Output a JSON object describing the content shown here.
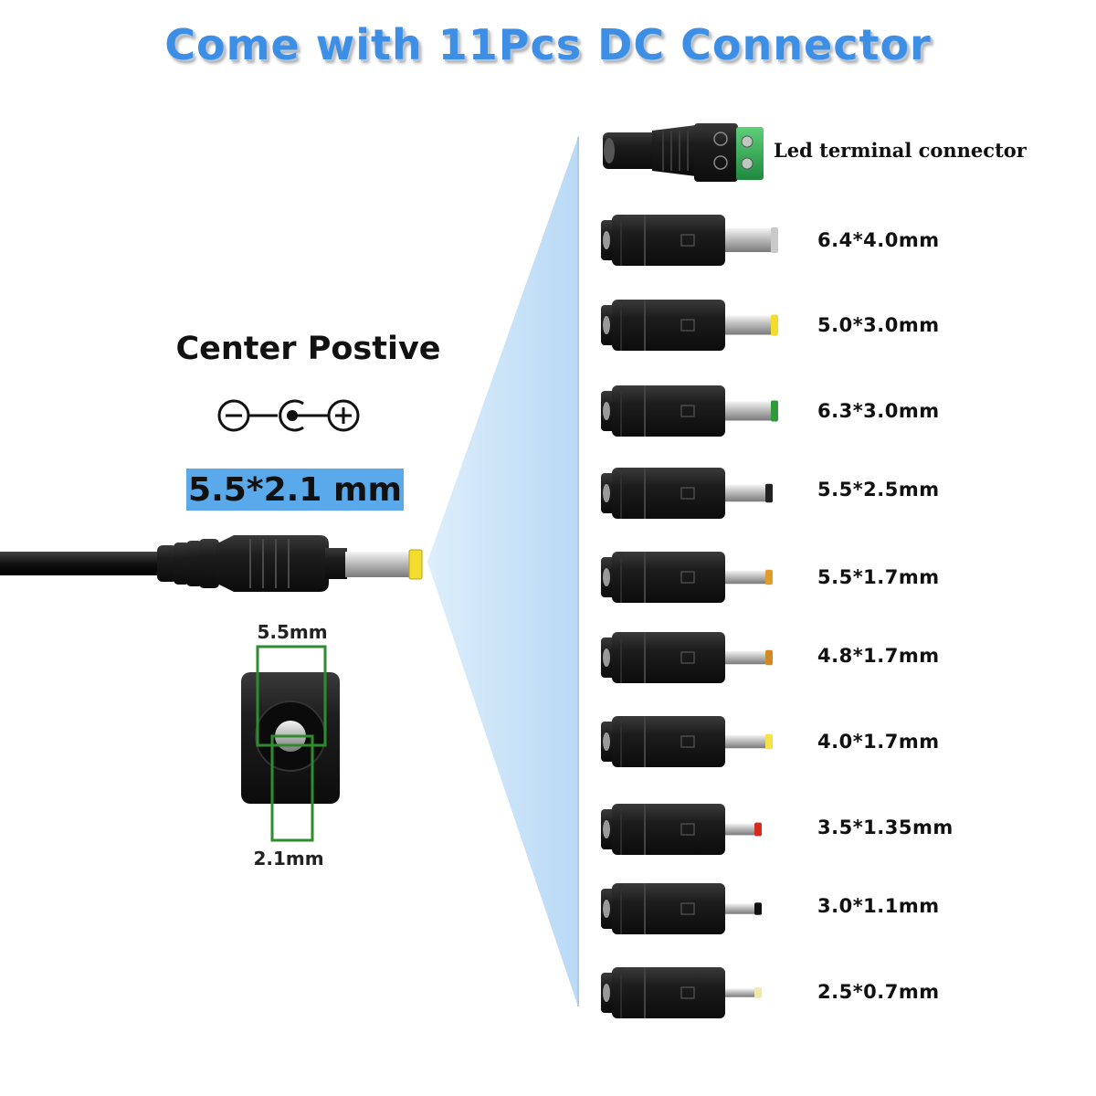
{
  "title": "Come with 11Pcs DC Connector",
  "main_plug": {
    "polarity_title": "Center Postive",
    "size": "5.5*2.1 mm",
    "outer_diameter": "5.5mm",
    "inner_diameter": "2.1mm"
  },
  "connectors": [
    {
      "label": "Led terminal connector",
      "kind": "terminal"
    },
    {
      "label": "6.4*4.0mm",
      "tip_color": "#c9c9c9",
      "tip_size": 4.0
    },
    {
      "label": "5.0*3.0mm",
      "tip_color": "#f2dd2c",
      "tip_size": 3.0
    },
    {
      "label": "6.3*3.0mm",
      "tip_color": "#2f9a3a",
      "tip_size": 3.0
    },
    {
      "label": "5.5*2.5mm",
      "tip_color": "#222222",
      "tip_size": 2.5
    },
    {
      "label": "5.5*1.7mm",
      "tip_color": "#e09c2a",
      "tip_size": 1.7
    },
    {
      "label": "4.8*1.7mm",
      "tip_color": "#d18a23",
      "tip_size": 1.7
    },
    {
      "label": "4.0*1.7mm",
      "tip_color": "#f5e14a",
      "tip_size": 1.7
    },
    {
      "label": "3.5*1.35mm",
      "tip_color": "#d62a1e",
      "tip_size": 1.35
    },
    {
      "label": "3.0*1.1mm",
      "tip_color": "#111111",
      "tip_size": 1.1
    },
    {
      "label": "2.5*0.7mm",
      "tip_color": "#f0e9a8",
      "tip_size": 0.7
    }
  ],
  "colors": {
    "title": "#3d8fe6",
    "funnel": "#c9e2f8",
    "badge": "#5aa9ea",
    "dimension_lines": "#2e8b2e",
    "connector_body": "#1a1a1a"
  },
  "icons": [
    "minus-circle-icon",
    "center-pin-icon",
    "plus-circle-icon"
  ]
}
